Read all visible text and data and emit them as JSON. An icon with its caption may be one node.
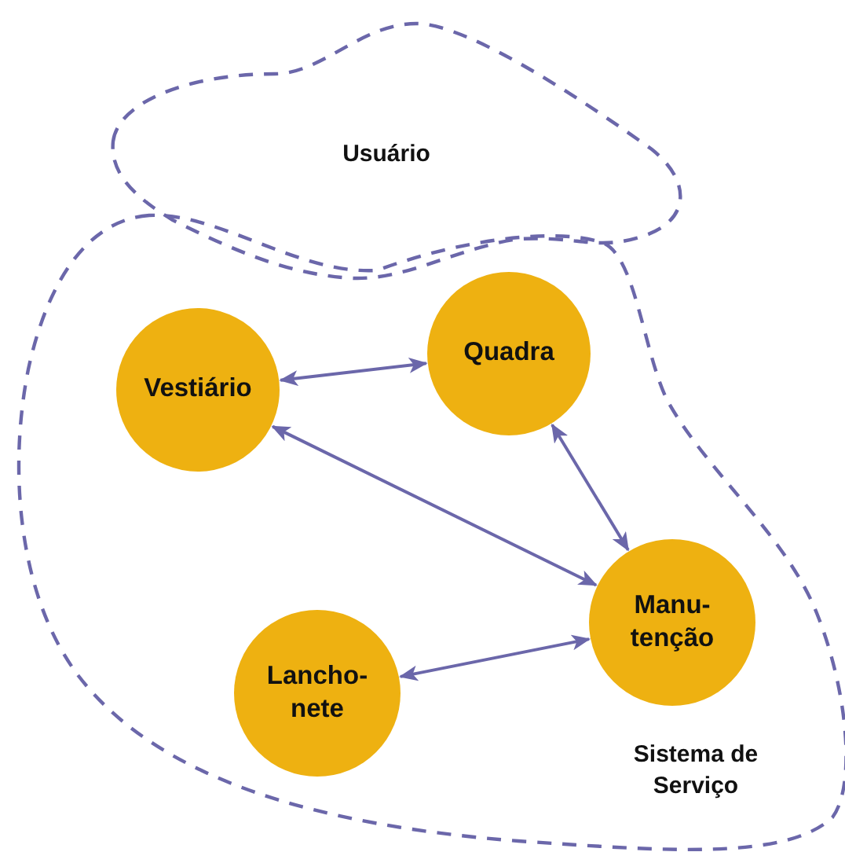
{
  "diagram": {
    "nodes": [
      {
        "text": [
          "Usuário"
        ]
      },
      {
        "text": [
          "Sistema de Serviço"
        ]
      },
      {
        "text": [
          "Vestiário"
        ],
        "in": 1
      },
      {
        "text": [
          "Quadra"
        ],
        "in": 1
      },
      {
        "text": [
          "Manu- tenção"
        ],
        "in": 1
      },
      {
        "text": [
          "Lancho- nete"
        ],
        "in": 1
      }
    ],
    "edges": [
      {
        "from": 2,
        "to": 3,
        "arrow": "both"
      },
      {
        "from": 3,
        "to": 4,
        "arrow": "both"
      },
      {
        "from": 2,
        "to": 4,
        "arrow": "both"
      },
      {
        "from": 4,
        "to": 5,
        "arrow": "both"
      }
    ]
  }
}
